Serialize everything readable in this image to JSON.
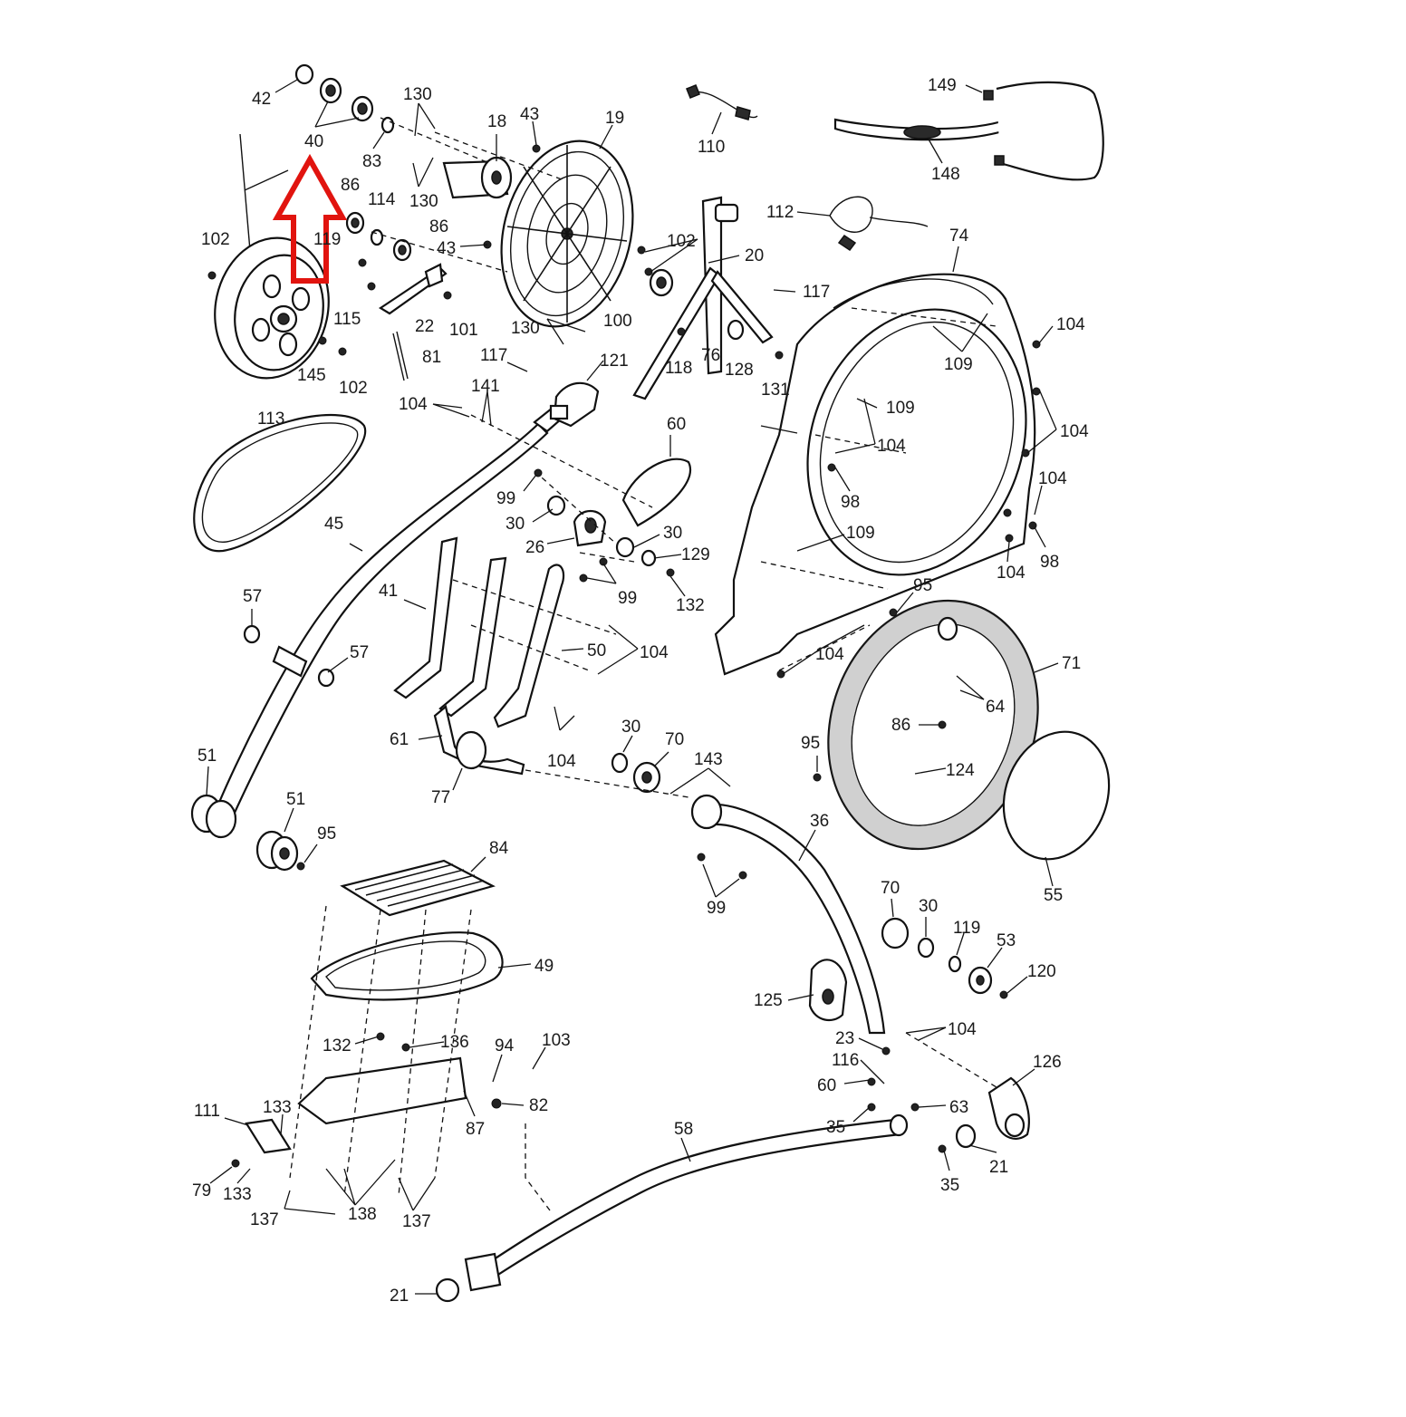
{
  "highlight": {
    "color": "#e1140f",
    "target": "40"
  },
  "callouts": [
    {
      "label": "42"
    },
    {
      "label": "40"
    },
    {
      "label": "83"
    },
    {
      "label": "130"
    },
    {
      "label": "18"
    },
    {
      "label": "43"
    },
    {
      "label": "19"
    },
    {
      "label": "110"
    },
    {
      "label": "149"
    },
    {
      "label": "148"
    },
    {
      "label": "86"
    },
    {
      "label": "114"
    },
    {
      "label": "86"
    },
    {
      "label": "130"
    },
    {
      "label": "43"
    },
    {
      "label": "102"
    },
    {
      "label": "20"
    },
    {
      "label": "112"
    },
    {
      "label": "74"
    },
    {
      "label": "102"
    },
    {
      "label": "119"
    },
    {
      "label": "115"
    },
    {
      "label": "22"
    },
    {
      "label": "101"
    },
    {
      "label": "100"
    },
    {
      "label": "117"
    },
    {
      "label": "81"
    },
    {
      "label": "145"
    },
    {
      "label": "102"
    },
    {
      "label": "130"
    },
    {
      "label": "118"
    },
    {
      "label": "76"
    },
    {
      "label": "128"
    },
    {
      "label": "131"
    },
    {
      "label": "104"
    },
    {
      "label": "109"
    },
    {
      "label": "117"
    },
    {
      "label": "121"
    },
    {
      "label": "104"
    },
    {
      "label": "141"
    },
    {
      "label": "113"
    },
    {
      "label": "109"
    },
    {
      "label": "104"
    },
    {
      "label": "104"
    },
    {
      "label": "60"
    },
    {
      "label": "99"
    },
    {
      "label": "98"
    },
    {
      "label": "104"
    },
    {
      "label": "30"
    },
    {
      "label": "45"
    },
    {
      "label": "30"
    },
    {
      "label": "26"
    },
    {
      "label": "129"
    },
    {
      "label": "109"
    },
    {
      "label": "104"
    },
    {
      "label": "98"
    },
    {
      "label": "99"
    },
    {
      "label": "132"
    },
    {
      "label": "95"
    },
    {
      "label": "57"
    },
    {
      "label": "41"
    },
    {
      "label": "50"
    },
    {
      "label": "104"
    },
    {
      "label": "104"
    },
    {
      "label": "57"
    },
    {
      "label": "71"
    },
    {
      "label": "64"
    },
    {
      "label": "61"
    },
    {
      "label": "30"
    },
    {
      "label": "70"
    },
    {
      "label": "86"
    },
    {
      "label": "104"
    },
    {
      "label": "95"
    },
    {
      "label": "143"
    },
    {
      "label": "51"
    },
    {
      "label": "124"
    },
    {
      "label": "77"
    },
    {
      "label": "51"
    },
    {
      "label": "36"
    },
    {
      "label": "95"
    },
    {
      "label": "84"
    },
    {
      "label": "99"
    },
    {
      "label": "55"
    },
    {
      "label": "70"
    },
    {
      "label": "30"
    },
    {
      "label": "119"
    },
    {
      "label": "53"
    },
    {
      "label": "49"
    },
    {
      "label": "120"
    },
    {
      "label": "125"
    },
    {
      "label": "104"
    },
    {
      "label": "132"
    },
    {
      "label": "136"
    },
    {
      "label": "94"
    },
    {
      "label": "103"
    },
    {
      "label": "23"
    },
    {
      "label": "126"
    },
    {
      "label": "116"
    },
    {
      "label": "60"
    },
    {
      "label": "111"
    },
    {
      "label": "133"
    },
    {
      "label": "82"
    },
    {
      "label": "63"
    },
    {
      "label": "87"
    },
    {
      "label": "58"
    },
    {
      "label": "35"
    },
    {
      "label": "21"
    },
    {
      "label": "79"
    },
    {
      "label": "133"
    },
    {
      "label": "35"
    },
    {
      "label": "137"
    },
    {
      "label": "138"
    },
    {
      "label": "137"
    },
    {
      "label": "21"
    }
  ]
}
